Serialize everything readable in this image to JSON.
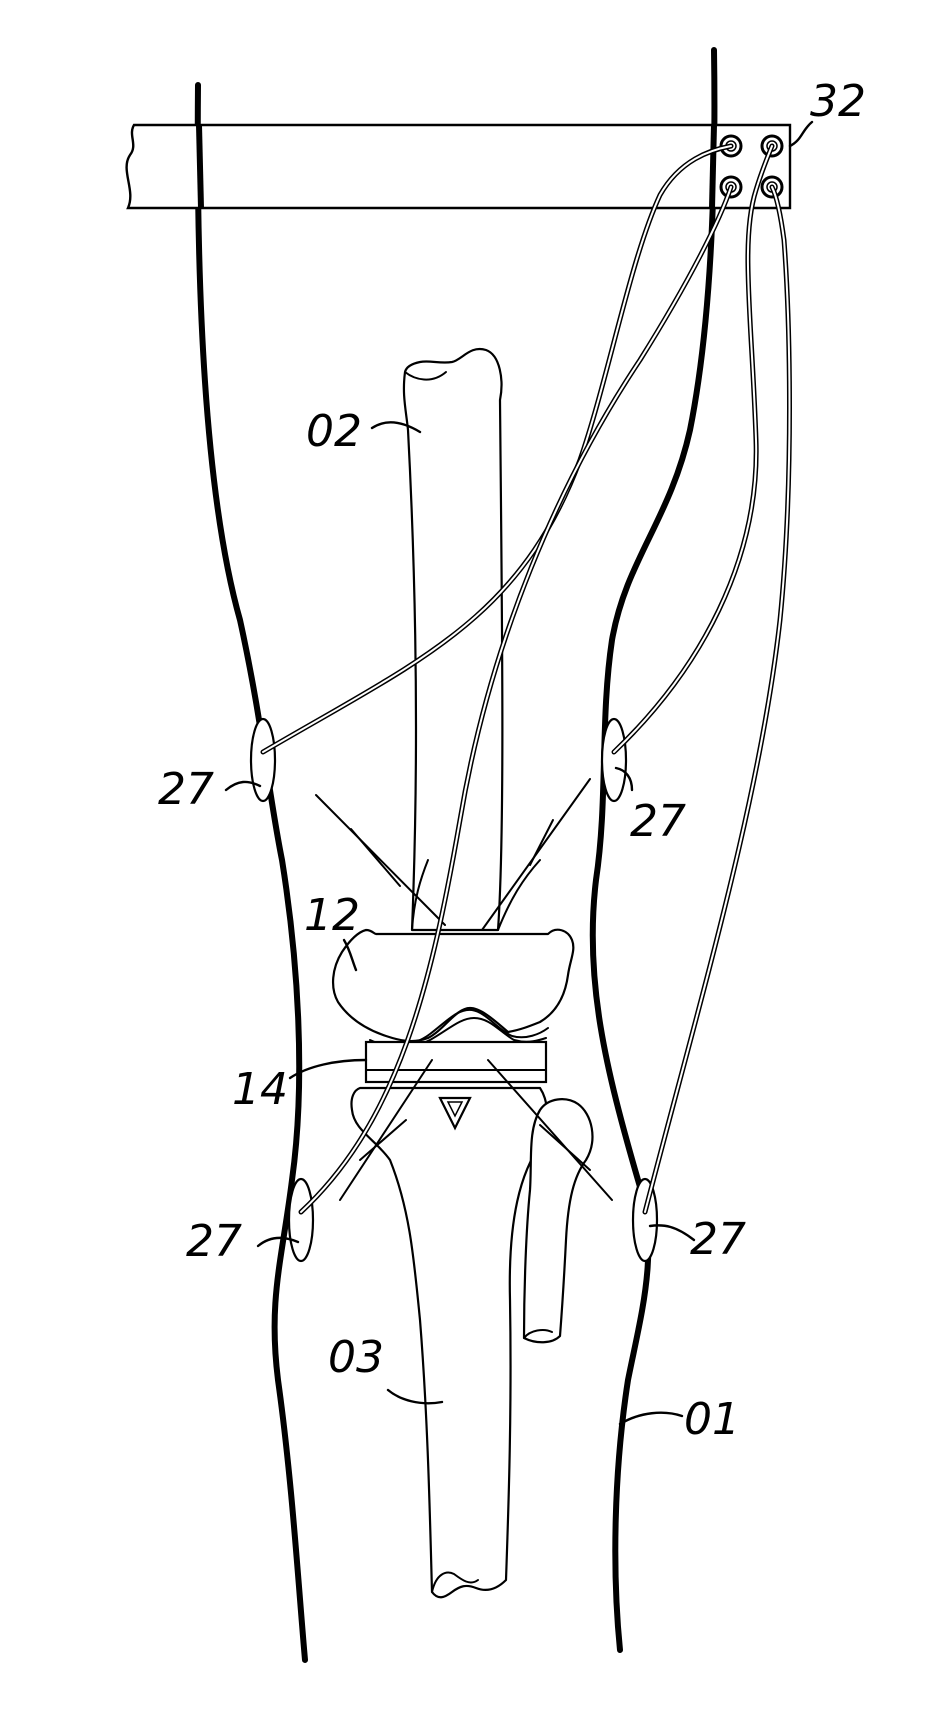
{
  "labels": {
    "leg": "01",
    "femur": "02",
    "tibia": "03",
    "femoral_component": "12",
    "tibial_insert": "14",
    "sensor_upper_left": "27",
    "sensor_upper_right": "27",
    "sensor_lower_left": "27",
    "sensor_lower_right": "27",
    "connector_block": "32"
  },
  "colors": {
    "line": "#000000",
    "background": "#ffffff"
  }
}
